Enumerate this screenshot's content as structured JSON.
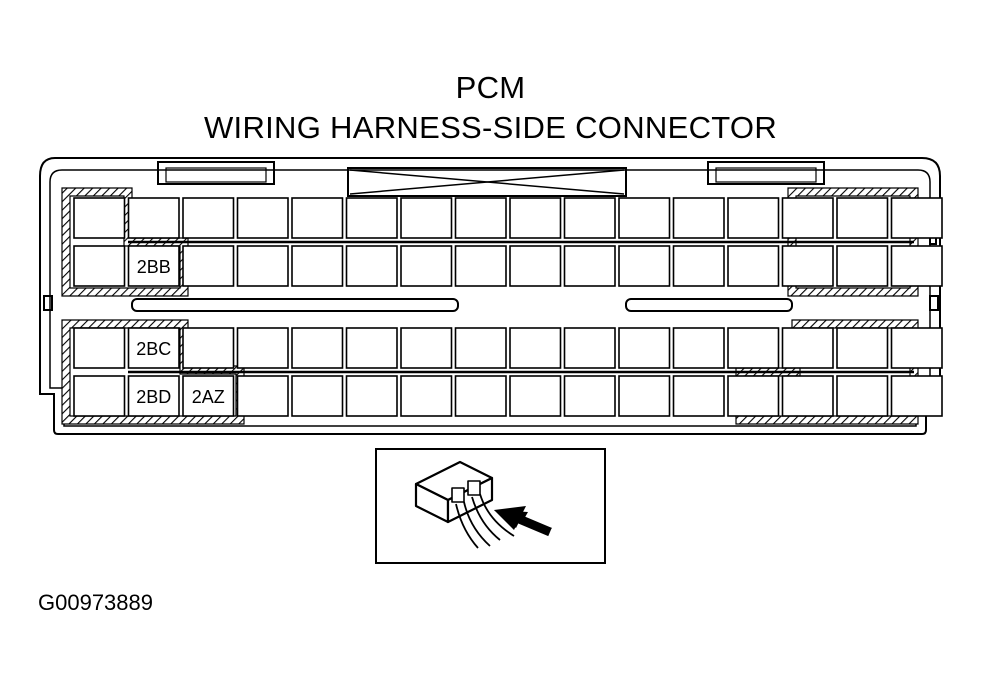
{
  "title": "PCM",
  "subtitle": "WIRING HARNESS-SIDE CONNECTOR",
  "figure_code": "G00973889",
  "connector": {
    "rows": 4,
    "columns": 16,
    "pin_labels": [
      {
        "label": "2BB",
        "row": 1,
        "col": 1
      },
      {
        "label": "2BC",
        "row": 2,
        "col": 1
      },
      {
        "label": "2BD",
        "row": 3,
        "col": 1
      },
      {
        "label": "2AZ",
        "row": 3,
        "col": 2
      }
    ]
  },
  "icons": [
    "connector-icon",
    "arrow-icon"
  ]
}
